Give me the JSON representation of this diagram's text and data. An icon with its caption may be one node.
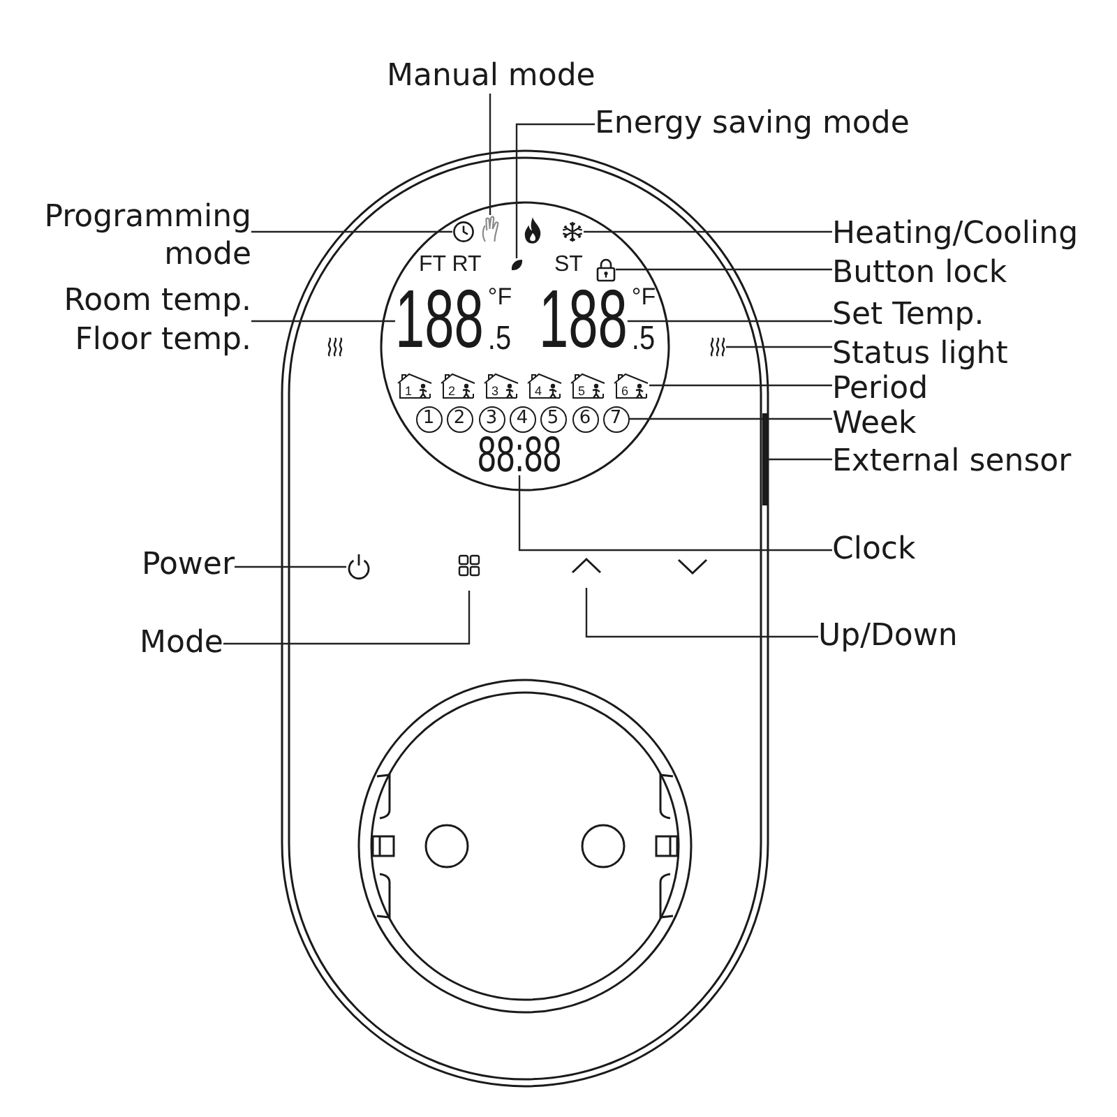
{
  "diagram": {
    "nodes": [
      {
        "text": [
          "Manual mode"
        ]
      },
      {
        "text": [
          "Energy saving mode"
        ]
      },
      {
        "text": [
          "Programming mode"
        ]
      },
      {
        "text": [
          "Heating/Cooling"
        ]
      },
      {
        "text": [
          "Button lock"
        ]
      },
      {
        "text": [
          "Room temp.",
          "Floor temp."
        ]
      },
      {
        "text": [
          "Set Temp."
        ]
      },
      {
        "text": [
          "Status light"
        ]
      },
      {
        "text": [
          "Period"
        ]
      },
      {
        "text": [
          "Week"
        ]
      },
      {
        "text": [
          "External sensor"
        ]
      },
      {
        "text": [
          "Clock"
        ]
      },
      {
        "text": [
          "Power"
        ]
      },
      {
        "text": [
          "Mode"
        ]
      },
      {
        "text": [
          "Up/Down"
        ]
      },
      {
        "text": [],
        "shape": "picture"
      },
      {
        "text": [],
        "shape": "picture"
      },
      {
        "text": [],
        "shape": "picture"
      },
      {
        "text": [],
        "shape": "picture"
      },
      {
        "text": [],
        "shape": "picture"
      },
      {
        "text": [
          "188"
        ],
        "beside": [
          "°F",
          ".5"
        ]
      },
      {
        "text": [
          "188"
        ],
        "beside": [
          "°F",
          ".5"
        ]
      },
      {
        "text": [],
        "shape": "picture"
      },
      {
        "text": [
          "1"
        ]
      },
      {
        "text": [
          "2"
        ]
      },
      {
        "text": [
          "3"
        ]
      },
      {
        "text": [
          "4"
        ]
      },
      {
        "text": [
          "5"
        ]
      },
      {
        "text": [
          "6"
        ]
      },
      {
        "text": [
          "1"
        ]
      },
      {
        "text": [
          "2"
        ]
      },
      {
        "text": [
          "3"
        ]
      },
      {
        "text": [
          "4"
        ]
      },
      {
        "text": [
          "5"
        ]
      },
      {
        "text": [
          "6"
        ]
      },
      {
        "text": [
          "7"
        ]
      },
      {
        "text": [
          "88:88"
        ]
      },
      {
        "text": [],
        "shape": "bar"
      },
      {
        "text": [],
        "shape": "picture"
      },
      {
        "text": [],
        "shape": "picture"
      },
      {
        "text": [],
        "shape": "picture"
      }
    ],
    "edges": [
      {
        "from": 0,
        "to": 16,
        "arrow": "none"
      },
      {
        "from": 1,
        "to": 17,
        "arrow": "none"
      },
      {
        "from": 2,
        "to": 15,
        "arrow": "none"
      },
      {
        "from": 3,
        "to": 18,
        "arrow": "none"
      },
      {
        "from": 4,
        "to": 19,
        "arrow": "none"
      },
      {
        "from": 5,
        "to": 20,
        "arrow": "none"
      },
      {
        "from": 6,
        "to": 21,
        "arrow": "none"
      },
      {
        "from": 7,
        "to": 22,
        "arrow": "none"
      },
      {
        "from": 8,
        "to": 28,
        "arrow": "none"
      },
      {
        "from": 9,
        "to": 35,
        "arrow": "none"
      },
      {
        "from": 10,
        "to": 37,
        "arrow": "none"
      },
      {
        "from": 11,
        "to": 36,
        "arrow": "none"
      },
      {
        "from": 12,
        "to": 38,
        "arrow": "none"
      },
      {
        "from": 13,
        "to": 39,
        "arrow": "none"
      },
      {
        "from": 14,
        "to": 40,
        "arrow": "none"
      }
    ],
    "labels": [
      "FT RT",
      "ST"
    ]
  }
}
